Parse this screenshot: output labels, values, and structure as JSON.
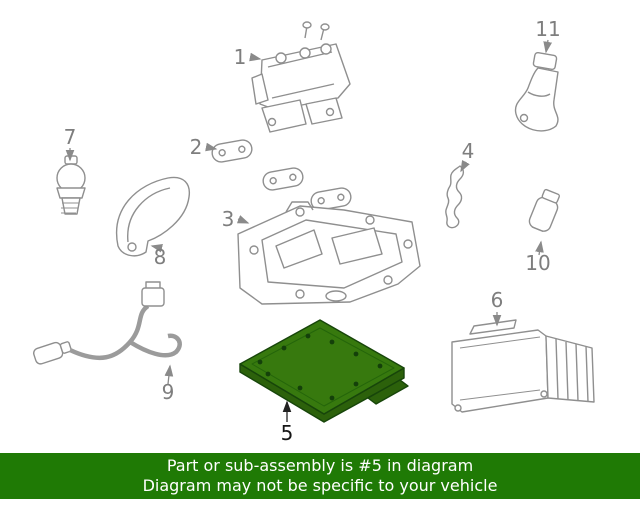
{
  "banner": {
    "line1": "Part or sub-assembly is #5 in diagram",
    "line2": "Diagram may not be specific to your vehicle",
    "bg_color": "#1f7a05",
    "text_color": "#ffffff"
  },
  "diagram": {
    "line_color": "#8f8f8f",
    "label_color": "#7e7e7e",
    "highlight_label_color": "#161616",
    "part5": {
      "fill": "#37790e",
      "side_fill": "#2c610b",
      "stroke": "#17450a"
    },
    "labels": [
      "1",
      "2",
      "3",
      "4",
      "5",
      "6",
      "7",
      "8",
      "9",
      "10",
      "11"
    ]
  }
}
